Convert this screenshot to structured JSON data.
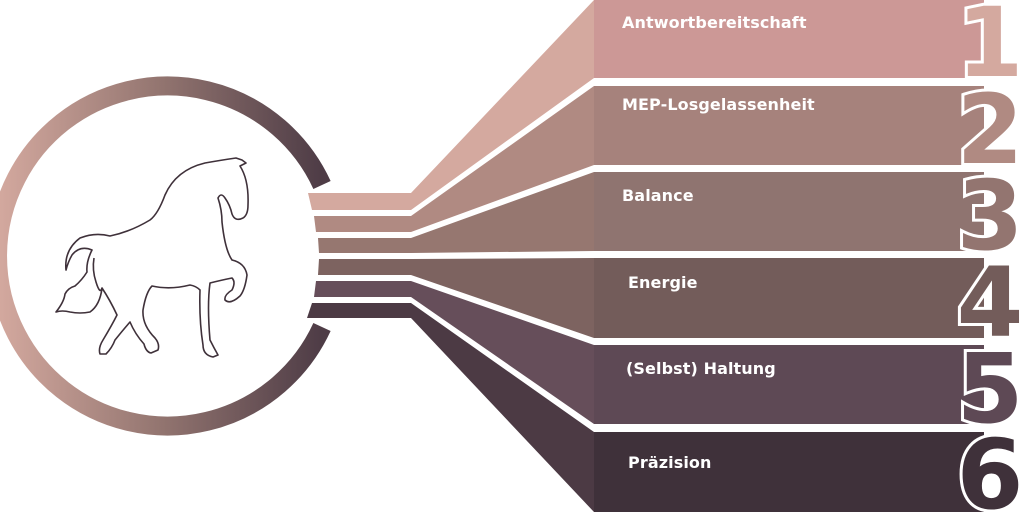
{
  "diagram": {
    "type": "numbered-funnel-infographic",
    "center_icon": "horse-outline-icon",
    "steps": [
      {
        "number": "1",
        "label": "Antwortbereitschaft",
        "color": "#CC9896",
        "funnel_color": "#D4A99F",
        "strip_color": "#D8AAA0",
        "num_color": "#D4A99F"
      },
      {
        "number": "2",
        "label": "MEP-Losgelassenheit",
        "color": "#A6827C",
        "funnel_color": "#B08A82",
        "strip_color": "#B38D85",
        "num_color": "#B08A82"
      },
      {
        "number": "3",
        "label": "Balance",
        "color": "#8F7470",
        "funnel_color": "#967770",
        "strip_color": "#9A7B74",
        "num_color": "#937570"
      },
      {
        "number": "4",
        "label": "Energie",
        "color": "#735C5A",
        "funnel_color": "#7D6360",
        "strip_color": "#7F6560",
        "num_color": "#735C5A"
      },
      {
        "number": "5",
        "label": "(Selbst) Haltung",
        "color": "#5E4955",
        "funnel_color": "#664E5A",
        "strip_color": "#6A525E",
        "num_color": "#5E4955"
      },
      {
        "number": "6",
        "label": "Präzision",
        "color": "#3F313A",
        "funnel_color": "#4C3A44",
        "strip_color": "#4E3C46",
        "num_color": "#3F313A"
      }
    ],
    "ring": {
      "gradient_start": "#D4A99F",
      "gradient_end": "#4E3C46"
    }
  }
}
